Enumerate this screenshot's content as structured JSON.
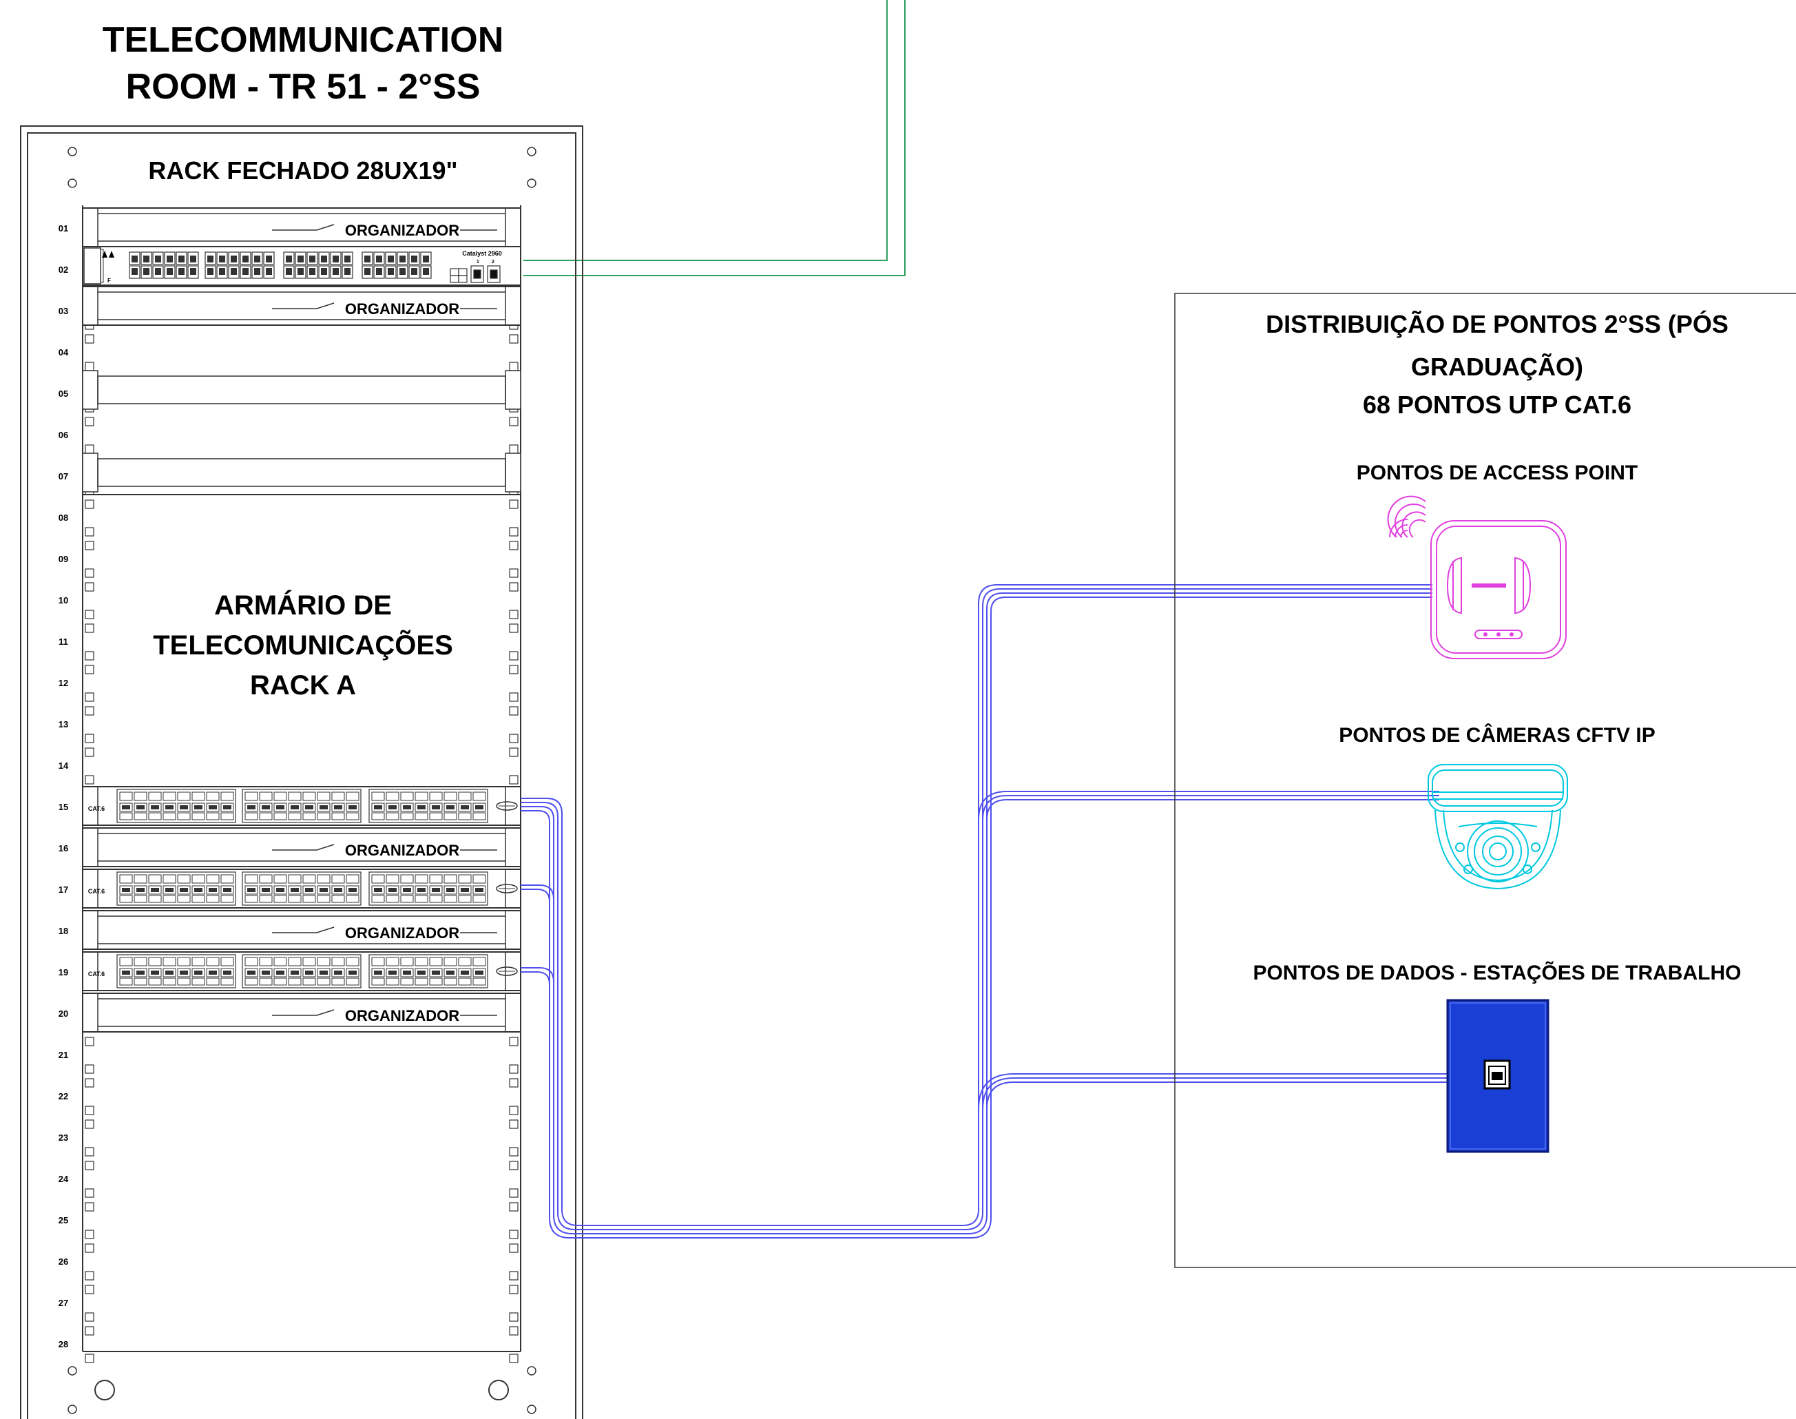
{
  "room_title": [
    "TELECOMMUNICATION",
    "ROOM - TR 51 - 2°SS"
  ],
  "rack": {
    "title": "RACK FECHADO 28UX19\"",
    "name_lines": [
      "ARMÁRIO DE",
      "TELECOMUNICAÇÕES",
      "RACK A"
    ],
    "unit_numbers": [
      "01",
      "02",
      "03",
      "04",
      "05",
      "06",
      "07",
      "08",
      "09",
      "10",
      "11",
      "12",
      "13",
      "14",
      "15",
      "16",
      "17",
      "18",
      "19",
      "20",
      "21",
      "22",
      "23",
      "24",
      "25",
      "26",
      "27",
      "28"
    ],
    "organizer_label": "ORGANIZADOR",
    "switch_label": "Catalyst 2960",
    "switch_port_numbers": [
      "1",
      "2"
    ],
    "patch_panel_label": "CAT.6"
  },
  "distribution": {
    "title_lines": [
      "DISTRIBUIÇÃO DE PONTOS 2°SS (PÓS",
      "GRADUAÇÃO)",
      "68 PONTOS UTP CAT.6"
    ],
    "points": [
      {
        "label": "PONTOS DE ACCESS POINT",
        "icon": "access-point-icon",
        "color": "#e040e0"
      },
      {
        "label": "PONTOS DE CÂMERAS CFTV IP",
        "icon": "cctv-dome-camera-icon",
        "color": "#00c8e0"
      },
      {
        "label": "PONTOS DE DADOS - ESTAÇÕES DE TRABALHO",
        "icon": "data-outlet-icon",
        "color": "#1a3fd6"
      }
    ]
  },
  "colors": {
    "cable": "#5050ee",
    "uplink": "#2aa060",
    "access_point": "#e040e0",
    "camera": "#00c8e0",
    "outlet": "#1a3fd6"
  }
}
